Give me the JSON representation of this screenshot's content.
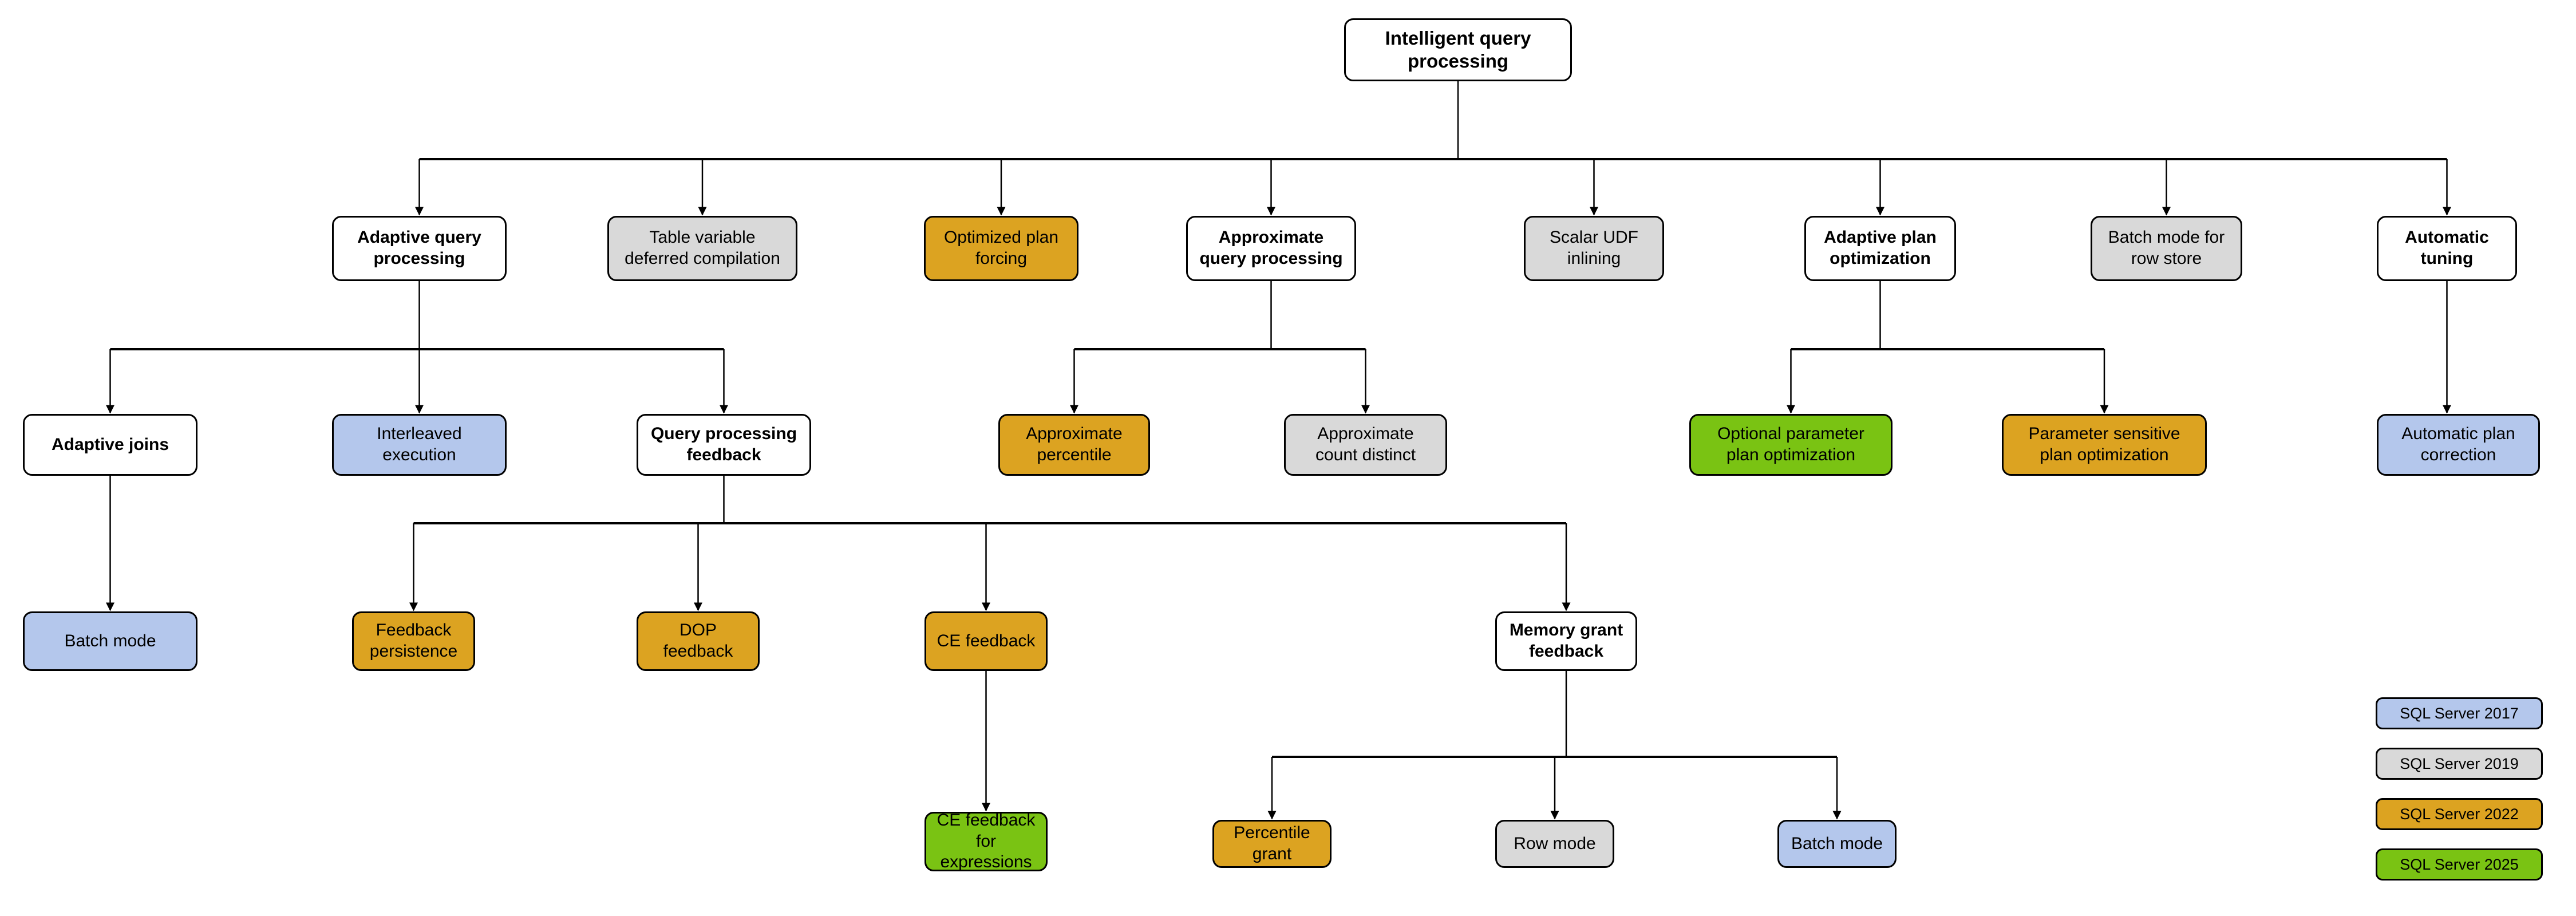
{
  "diagram": {
    "title": "Intelligent query processing",
    "colors": {
      "sql2017": "#B4C7EC",
      "sql2019": "#D9D9D9",
      "sql2022": "#DCA321",
      "sql2025": "#7AC313",
      "plain": "#FFFFFF",
      "stroke": "#000000"
    }
  },
  "nodes": {
    "root": {
      "label": "Intelligent query\nprocessing",
      "version": "plain"
    },
    "adaptive_query_processing": {
      "label": "Adaptive query\nprocessing",
      "version": "plain"
    },
    "table_variable_deferred_compilation": {
      "label": "Table variable\ndeferred compilation",
      "version": "sql2019"
    },
    "optimized_plan_forcing": {
      "label": "Optimized plan\nforcing",
      "version": "sql2022"
    },
    "approximate_query_processing": {
      "label": "Approximate\nquery processing",
      "version": "plain"
    },
    "scalar_udf_inlining": {
      "label": "Scalar UDF\ninlining",
      "version": "sql2019"
    },
    "adaptive_plan_optimization": {
      "label": "Adaptive plan\noptimization",
      "version": "plain"
    },
    "batch_mode_for_row_store": {
      "label": "Batch mode for\nrow store",
      "version": "sql2019"
    },
    "automatic_tuning": {
      "label": "Automatic\ntuning",
      "version": "plain"
    },
    "adaptive_joins": {
      "label": "Adaptive joins",
      "version": "plain"
    },
    "interleaved_execution": {
      "label": "Interleaved\nexecution",
      "version": "sql2017"
    },
    "query_processing_feedback": {
      "label": "Query processing\nfeedback",
      "version": "plain"
    },
    "approximate_percentile": {
      "label": "Approximate\npercentile",
      "version": "sql2022"
    },
    "approximate_count_distinct": {
      "label": "Approximate\ncount distinct",
      "version": "sql2019"
    },
    "optional_parameter_plan_optimization": {
      "label": "Optional parameter\nplan optimization",
      "version": "sql2025"
    },
    "parameter_sensitive_plan_optimization": {
      "label": "Parameter sensitive\nplan optimization",
      "version": "sql2022"
    },
    "automatic_plan_correction": {
      "label": "Automatic plan\ncorrection",
      "version": "sql2017"
    },
    "batch_mode_adaptive_joins": {
      "label": "Batch mode",
      "version": "sql2017"
    },
    "feedback_persistence": {
      "label": "Feedback\npersistence",
      "version": "sql2022"
    },
    "dop_feedback": {
      "label": "DOP feedback",
      "version": "sql2022"
    },
    "ce_feedback": {
      "label": "CE feedback",
      "version": "sql2022"
    },
    "memory_grant_feedback": {
      "label": "Memory grant\nfeedback",
      "version": "plain"
    },
    "ce_feedback_for_expressions": {
      "label": "CE feedback for\nexpressions",
      "version": "sql2025"
    },
    "percentile_grant": {
      "label": "Percentile grant",
      "version": "sql2022"
    },
    "row_mode": {
      "label": "Row mode",
      "version": "sql2019"
    },
    "batch_mode_memory_grant": {
      "label": "Batch mode",
      "version": "sql2017"
    }
  },
  "legend": {
    "items": [
      {
        "label": "SQL Server 2017",
        "version": "sql2017"
      },
      {
        "label": "SQL Server 2019",
        "version": "sql2019"
      },
      {
        "label": "SQL Server 2022",
        "version": "sql2022"
      },
      {
        "label": "SQL Server 2025",
        "version": "sql2025"
      }
    ]
  },
  "edges": [
    {
      "from": "root",
      "to": "adaptive_query_processing"
    },
    {
      "from": "root",
      "to": "table_variable_deferred_compilation"
    },
    {
      "from": "root",
      "to": "optimized_plan_forcing"
    },
    {
      "from": "root",
      "to": "approximate_query_processing"
    },
    {
      "from": "root",
      "to": "scalar_udf_inlining"
    },
    {
      "from": "root",
      "to": "adaptive_plan_optimization"
    },
    {
      "from": "root",
      "to": "batch_mode_for_row_store"
    },
    {
      "from": "root",
      "to": "automatic_tuning"
    },
    {
      "from": "adaptive_query_processing",
      "to": "adaptive_joins"
    },
    {
      "from": "adaptive_query_processing",
      "to": "interleaved_execution"
    },
    {
      "from": "adaptive_query_processing",
      "to": "query_processing_feedback"
    },
    {
      "from": "approximate_query_processing",
      "to": "approximate_percentile"
    },
    {
      "from": "approximate_query_processing",
      "to": "approximate_count_distinct"
    },
    {
      "from": "adaptive_plan_optimization",
      "to": "optional_parameter_plan_optimization"
    },
    {
      "from": "adaptive_plan_optimization",
      "to": "parameter_sensitive_plan_optimization"
    },
    {
      "from": "automatic_tuning",
      "to": "automatic_plan_correction"
    },
    {
      "from": "adaptive_joins",
      "to": "batch_mode_adaptive_joins"
    },
    {
      "from": "query_processing_feedback",
      "to": "feedback_persistence"
    },
    {
      "from": "query_processing_feedback",
      "to": "dop_feedback"
    },
    {
      "from": "query_processing_feedback",
      "to": "ce_feedback"
    },
    {
      "from": "query_processing_feedback",
      "to": "memory_grant_feedback"
    },
    {
      "from": "ce_feedback",
      "to": "ce_feedback_for_expressions"
    },
    {
      "from": "memory_grant_feedback",
      "to": "percentile_grant"
    },
    {
      "from": "memory_grant_feedback",
      "to": "row_mode"
    },
    {
      "from": "memory_grant_feedback",
      "to": "batch_mode_memory_grant"
    }
  ]
}
